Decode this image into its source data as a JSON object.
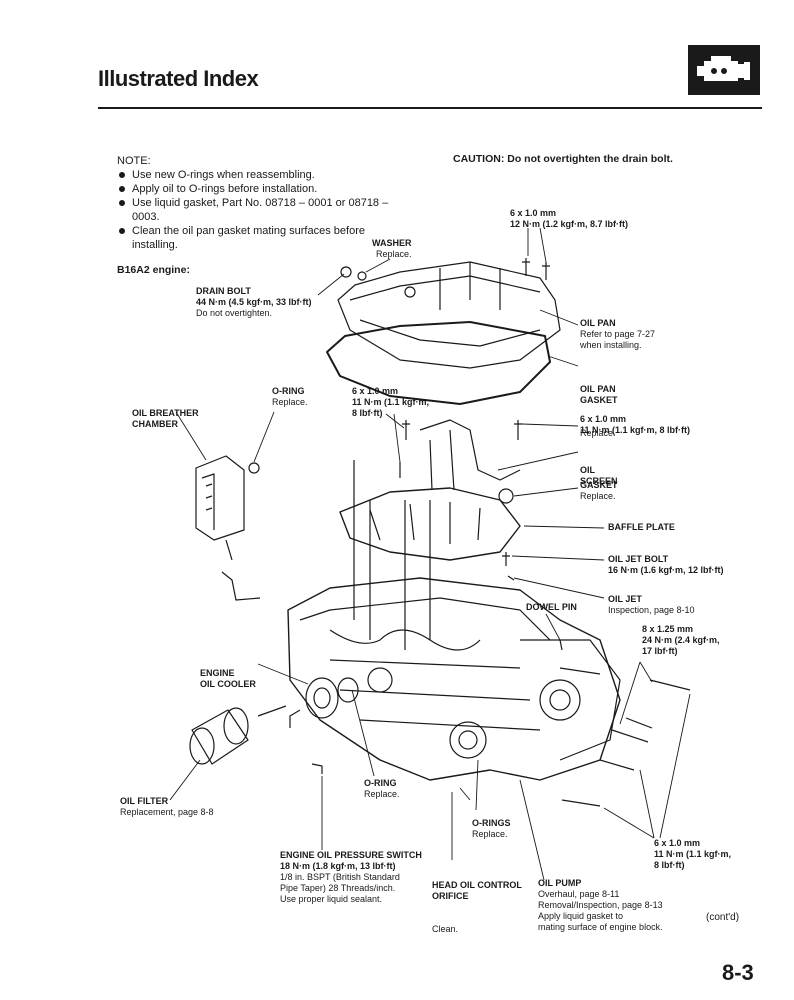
{
  "header": {
    "title": "Illustrated Index",
    "section_icon": "engine-icon"
  },
  "note": {
    "heading": "NOTE:",
    "items": [
      "Use new O-rings when reassembling.",
      "Apply oil to O-rings before installation.",
      "Use liquid gasket, Part No. 08718 – 0001 or 08718 – 0003.",
      "Clean the oil pan gasket mating surfaces before installing."
    ]
  },
  "caution": "CAUTION:  Do not overtighten the drain bolt.",
  "engine": "B16A2 engine:",
  "labels": {
    "washer": {
      "title": "WASHER",
      "lines": [
        "Replace."
      ]
    },
    "drain_bolt": {
      "title": "DRAIN BOLT",
      "lines": [
        "44 N·m (4.5 kgf·m, 33 lbf·ft)",
        "Do not overtighten."
      ]
    },
    "pan_bolts": {
      "title": "6 x 1.0 mm",
      "lines": [
        "12 N·m (1.2 kgf·m, 8.7 lbf·ft)"
      ]
    },
    "oil_pan": {
      "title": "OIL PAN",
      "lines": [
        "Refer to page 7-27",
        "when installing."
      ]
    },
    "oil_pan_gasket": {
      "title": "OIL PAN\nGASKET",
      "lines": [
        "Replace."
      ]
    },
    "oil_breather": {
      "title": "OIL BREATHER\nCHAMBER",
      "lines": []
    },
    "o_ring_breather": {
      "title": "O-RING",
      "lines": [
        "Replace."
      ]
    },
    "screen_bolts": {
      "title": "6 x 1.0 mm",
      "lines": [
        "11 N·m (1.1 kgf·m,",
        "8 lbf·ft)"
      ]
    },
    "screen_bolt_right": {
      "title": "6 x 1.0 mm",
      "lines": [
        "11 N·m (1.1 kgf·m, 8 lbf·ft)"
      ]
    },
    "oil_screen": {
      "title": "OIL\nSCREEN",
      "lines": []
    },
    "gasket": {
      "title": "GASKET",
      "lines": [
        "Replace."
      ]
    },
    "baffle_plate": {
      "title": "BAFFLE PLATE",
      "lines": []
    },
    "oil_jet_bolt": {
      "title": "OIL JET BOLT",
      "lines": [
        "16 N·m (1.6 kgf·m, 12 lbf·ft)"
      ]
    },
    "oil_jet": {
      "title": "OIL JET",
      "lines": [
        "Inspection, page 8-10"
      ]
    },
    "dowel_pin": {
      "title": "DOWEL PIN",
      "lines": []
    },
    "bolts_8x125": {
      "title": "8 x 1.25 mm",
      "lines": [
        "24 N·m (2.4 kgf·m,",
        "17 lbf·ft)"
      ]
    },
    "engine_oil_cooler": {
      "title": "ENGINE\nOIL COOLER",
      "lines": []
    },
    "oil_filter": {
      "title": "OIL FILTER",
      "lines": [
        "Replacement, page 8-8"
      ]
    },
    "o_ring_cooler": {
      "title": "O-RING",
      "lines": [
        "Replace."
      ]
    },
    "o_rings": {
      "title": "O-RINGS",
      "lines": [
        "Replace."
      ]
    },
    "bolts_pump": {
      "title": "6 x 1.0 mm",
      "lines": [
        "11 N·m (1.1 kgf·m,",
        "8 lbf·ft)"
      ]
    },
    "pressure_switch": {
      "title": "ENGINE OIL PRESSURE SWITCH",
      "lines": [
        "18 N·m (1.8 kgf·m, 13 lbf·ft)",
        "1/8 in. BSPT (British Standard",
        "Pipe Taper) 28 Threads/inch.",
        "Use proper liquid sealant."
      ]
    },
    "head_oil_orifice": {
      "title": "HEAD OIL CONTROL\nORIFICE",
      "lines": [
        "Clean."
      ]
    },
    "oil_pump": {
      "title": "OIL PUMP",
      "lines": [
        "Overhaul, page 8-11",
        "Removal/Inspection, page 8-13",
        "Apply liquid gasket to",
        "mating surface of engine block."
      ]
    }
  },
  "footer": {
    "contd": "(cont'd)",
    "page": "8-3"
  }
}
